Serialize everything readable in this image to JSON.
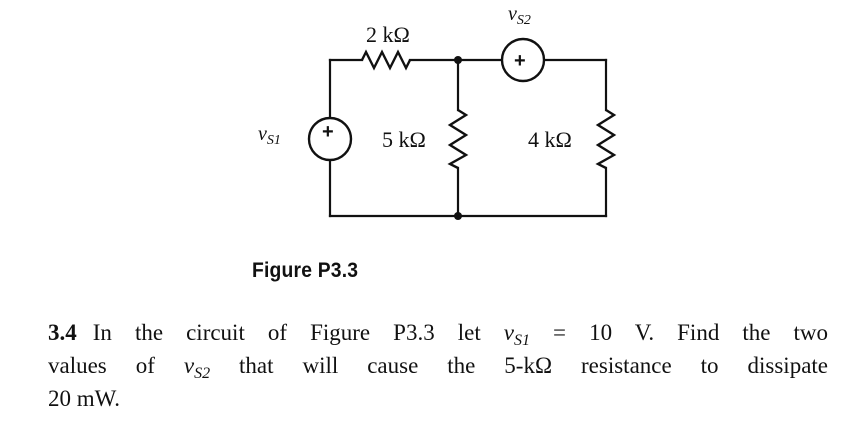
{
  "circuit": {
    "r1_label": "2 kΩ",
    "r2_label": "5 kΩ",
    "r3_label": "4 kΩ",
    "vs1": {
      "var": "v",
      "sub": "S1"
    },
    "vs2": {
      "var": "v",
      "sub": "S2"
    },
    "plus_sign": "+"
  },
  "caption": "Figure P3.3",
  "problem": {
    "number": "3.4",
    "line1_a": "In the circuit of Figure P3.3 let ",
    "var1": {
      "var": "v",
      "sub": "S1"
    },
    "line1_b": " = 10 V. Find the two",
    "line2_a": "values of ",
    "var2": {
      "var": "v",
      "sub": "S2"
    },
    "line2_b": " that will cause the 5-kΩ resistance to dissipate",
    "line3": "20 mW."
  }
}
